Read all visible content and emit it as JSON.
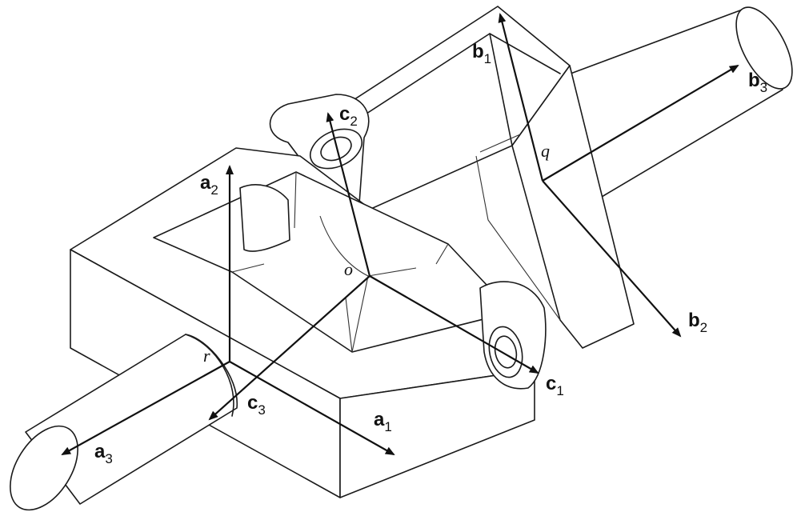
{
  "figure": {
    "vector_symbol_a": "a",
    "vector_symbol_b": "b",
    "vector_symbol_c": "c",
    "subscripts": {
      "one": "1",
      "two": "2",
      "three": "3"
    },
    "points": {
      "origin": "o",
      "q": "q",
      "r": "r"
    },
    "colors": {
      "line": "#1a1a1a",
      "background": "#ffffff"
    }
  }
}
